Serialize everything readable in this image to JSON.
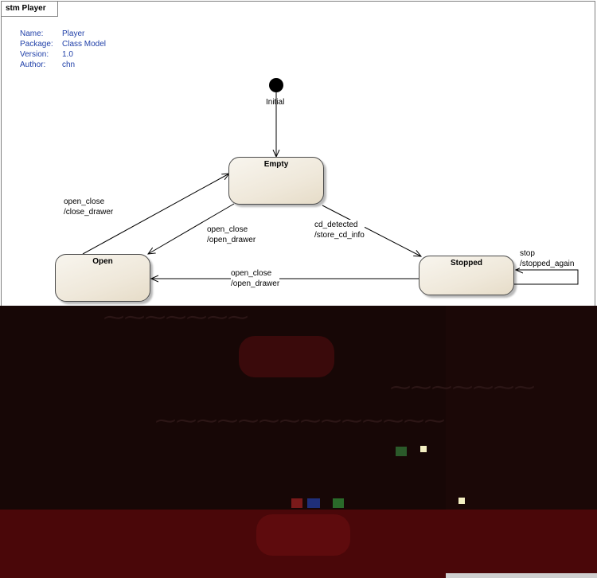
{
  "frame": {
    "title": "stm Player"
  },
  "meta": [
    {
      "key": "Name:",
      "value": "Player"
    },
    {
      "key": "Package:",
      "value": "Class Model"
    },
    {
      "key": "Version:",
      "value": "1.0"
    },
    {
      "key": "Author:",
      "value": "chn"
    }
  ],
  "initial": {
    "label": "Initial"
  },
  "states": {
    "empty": "Empty",
    "open": "Open",
    "stopped": "Stopped"
  },
  "transitions": {
    "open_to_empty": {
      "event": "open_close",
      "action": "/close_drawer"
    },
    "empty_to_open": {
      "event": "open_close",
      "action": "/open_drawer"
    },
    "empty_to_stopped": {
      "event": "cd_detected",
      "action": "/store_cd_info"
    },
    "stopped_to_open": {
      "event": "open_close",
      "action": "/open_drawer"
    },
    "stopped_self": {
      "event": "stop",
      "action": "/stopped_again"
    }
  },
  "colors": {
    "state_fill": "#efe8da",
    "meta_text": "#1f3fa8",
    "obscured_band": "#170706",
    "obscured_lower": "#4a0709"
  }
}
